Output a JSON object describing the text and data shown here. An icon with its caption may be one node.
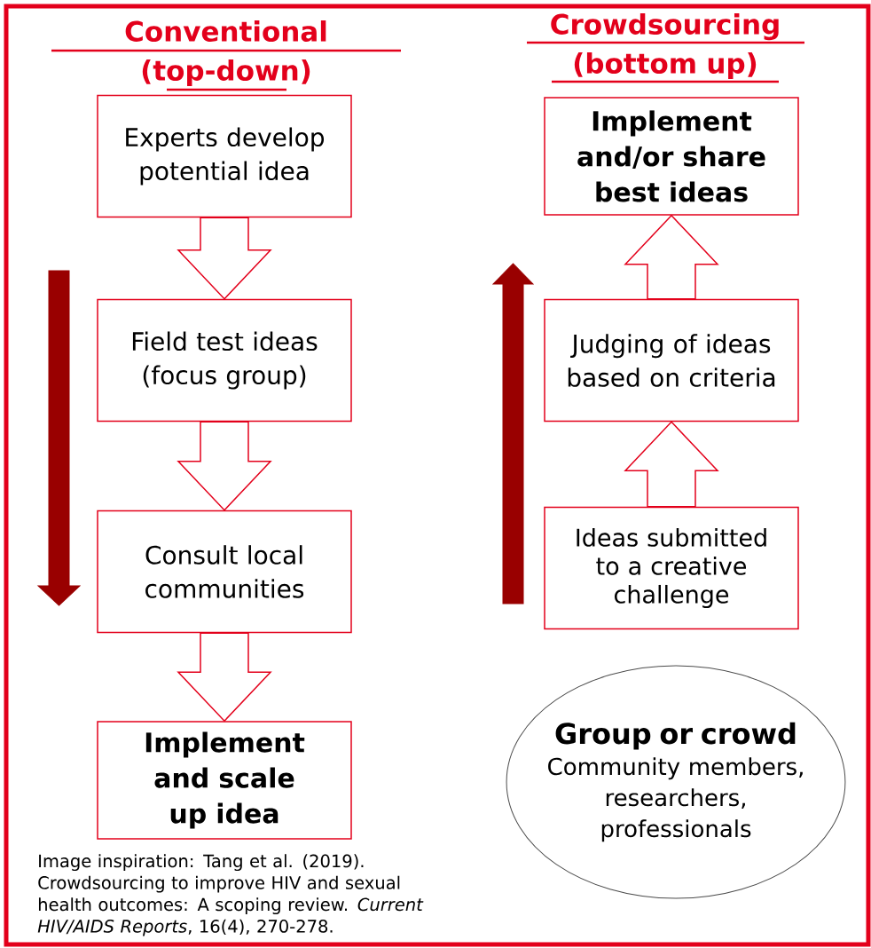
{
  "diagram": {
    "caption": "Image inspiration: Tang et al. (2019). Crowdsourcing to improve HIV and sexual health outcomes: A scoping review. *Current HIV/AIDS Reports*, 16(4), 270-278.",
    "nodes": [
      {
        "text": [
          "Experts develop potential idea"
        ]
      },
      {
        "text": [
          "Field test ideas (focus group)"
        ]
      },
      {
        "text": [
          "Consult local communities"
        ]
      },
      {
        "text": [
          "Implement and scale up idea"
        ]
      },
      {
        "text": [
          "Implement and/or share best ideas"
        ]
      },
      {
        "text": [
          "Judging of ideas based on criteria"
        ]
      },
      {
        "text": [
          "Ideas submitted to a creative challenge"
        ]
      },
      {
        "text": [
          "Group or crowd",
          "Community members, researchers, professionals"
        ]
      }
    ],
    "edges": [
      {
        "from": 0,
        "to": 1,
        "arrow": "to"
      },
      {
        "from": 1,
        "to": 2,
        "arrow": "to"
      },
      {
        "from": 2,
        "to": 3,
        "arrow": "to"
      },
      {
        "from": 6,
        "to": 5,
        "arrow": "to"
      },
      {
        "from": 5,
        "to": 4,
        "arrow": "to"
      }
    ],
    "labels": [
      "Conventional (top-down)",
      "Crowdsourcing (bottom up)"
    ]
  }
}
